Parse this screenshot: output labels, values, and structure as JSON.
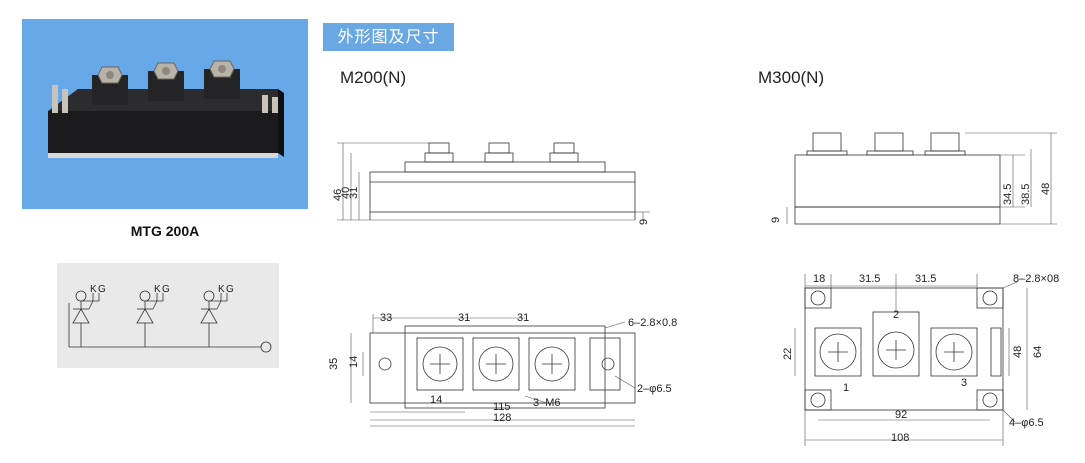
{
  "photo": {
    "caption": "MTG 200A",
    "background_color": "#67a9e8",
    "module_color": "#1d1d1f"
  },
  "circuit": {
    "labels": [
      {
        "k": "K",
        "g": "G"
      },
      {
        "k": "K",
        "g": "G"
      },
      {
        "k": "K",
        "g": "G"
      }
    ]
  },
  "header": {
    "title": "外形图及尺寸",
    "accent_color": "#6aa8e4"
  },
  "m200": {
    "title": "M200(N)",
    "side_dims": [
      "46",
      "40",
      "31",
      "9"
    ],
    "top_dims": {
      "spacing": [
        "33",
        "31",
        "31"
      ],
      "height": "35",
      "inner": "14",
      "bottom_left": "14",
      "center": "115",
      "overall": "128",
      "screw": "3–M6",
      "terminal": "6–2.8×0.8",
      "hole": "2–φ6.5"
    }
  },
  "m300": {
    "title": "M300(N)",
    "side_dims": [
      "9",
      "34.5",
      "38.5",
      "48"
    ],
    "top_dims": {
      "spacing": [
        "18",
        "31.5",
        "31.5"
      ],
      "terminal": "8–2.8×08",
      "left": "22",
      "right_inner": "48",
      "right_outer": "64",
      "pad_labels": [
        "1",
        "2",
        "3"
      ],
      "inner_width": "92",
      "overall": "108",
      "hole": "4–φ6.5"
    }
  }
}
